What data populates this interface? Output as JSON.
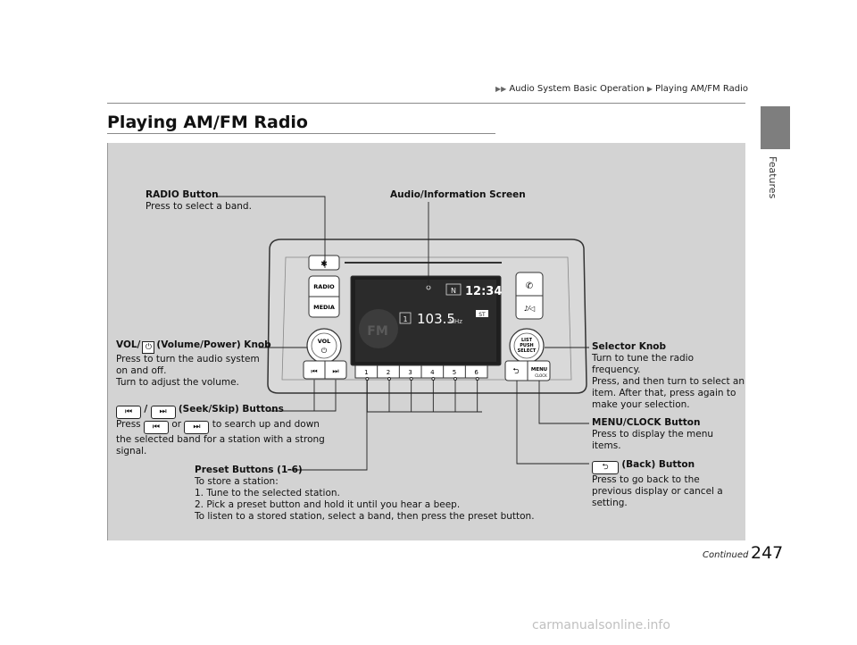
{
  "breadcrumb": {
    "items": [
      "Audio System Basic Operation",
      "Playing AM/FM Radio"
    ]
  },
  "section": {
    "label": "Features",
    "tab_color": "#7e7e7e"
  },
  "page": {
    "title": "Playing AM/FM Radio",
    "continued": "Continued",
    "number": "247"
  },
  "figure": {
    "background": "#d3d3d3",
    "radio_button": {
      "title": "RADIO Button",
      "desc": "Press to select a band."
    },
    "screen": {
      "title": "Audio/Information Screen"
    },
    "vol_knob": {
      "title_prefix": "VOL/",
      "title_suffix": "(Volume/Power) Knob",
      "lines": [
        "Press to turn the audio system",
        "on and off.",
        "Turn to adjust the volume."
      ]
    },
    "seek": {
      "title_sep": "/",
      "title": "(Seek/Skip) Buttons",
      "line1_press": "Press",
      "line1_or": "or",
      "line1_rest": "to search up and down",
      "lines": [
        "the selected band for a station with a strong",
        "signal."
      ]
    },
    "selector": {
      "title": "Selector Knob",
      "lines": [
        "Turn to tune the radio",
        "frequency.",
        "Press, and then turn to select an",
        "item. After that, press again to",
        "make your selection."
      ]
    },
    "menu_clock": {
      "title": "MENU/CLOCK Button",
      "lines": [
        "Press to display the menu",
        "items."
      ]
    },
    "back": {
      "title": "(Back) Button",
      "lines": [
        "Press to go back to the",
        "previous display or cancel a",
        "setting."
      ]
    },
    "presets": {
      "title": "Preset Buttons (1-6)",
      "lines": [
        "To store a station:",
        "1.  Tune to the selected station.",
        "2.  Pick a preset button and hold it until you hear a beep.",
        "To listen to a stored station, select a band, then press the preset button."
      ]
    },
    "unit": {
      "radio_btn": "RADIO",
      "media_btn": "MEDIA",
      "vol_knob": "VOL",
      "select_knob": [
        "LIST",
        "PUSH",
        "SELECT"
      ],
      "menu_btn": "MENU",
      "clock_sub": "CLOCK",
      "clock": "12:34",
      "gear": "N",
      "preset_no": "1",
      "frequency": "103.5",
      "freq_unit": "MHz",
      "band": "FM",
      "st_badge": "ST",
      "preset_buttons": [
        "1",
        "2",
        "3",
        "4",
        "5",
        "6"
      ]
    }
  },
  "watermark": "carmanualsonline.info"
}
